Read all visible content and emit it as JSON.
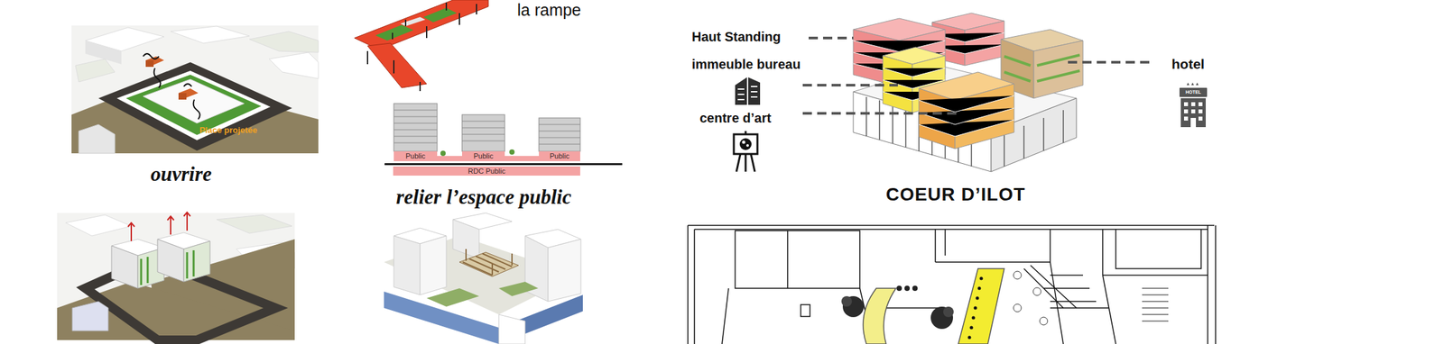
{
  "diagram": {
    "nodes": [
      {
        "text": [
          "Public"
        ]
      },
      {
        "text": [
          "Public"
        ]
      },
      {
        "text": [
          "Public"
        ]
      },
      {
        "text": [
          "RDC Public"
        ]
      }
    ],
    "labels": [
      "la rampe",
      "Place projetée",
      "ouvrire",
      "relier l’espace public",
      "Haut Standing",
      "immeuble bureau",
      "centre d’art",
      "hotel",
      "HOTEL",
      "COEUR D’ILOT"
    ]
  }
}
